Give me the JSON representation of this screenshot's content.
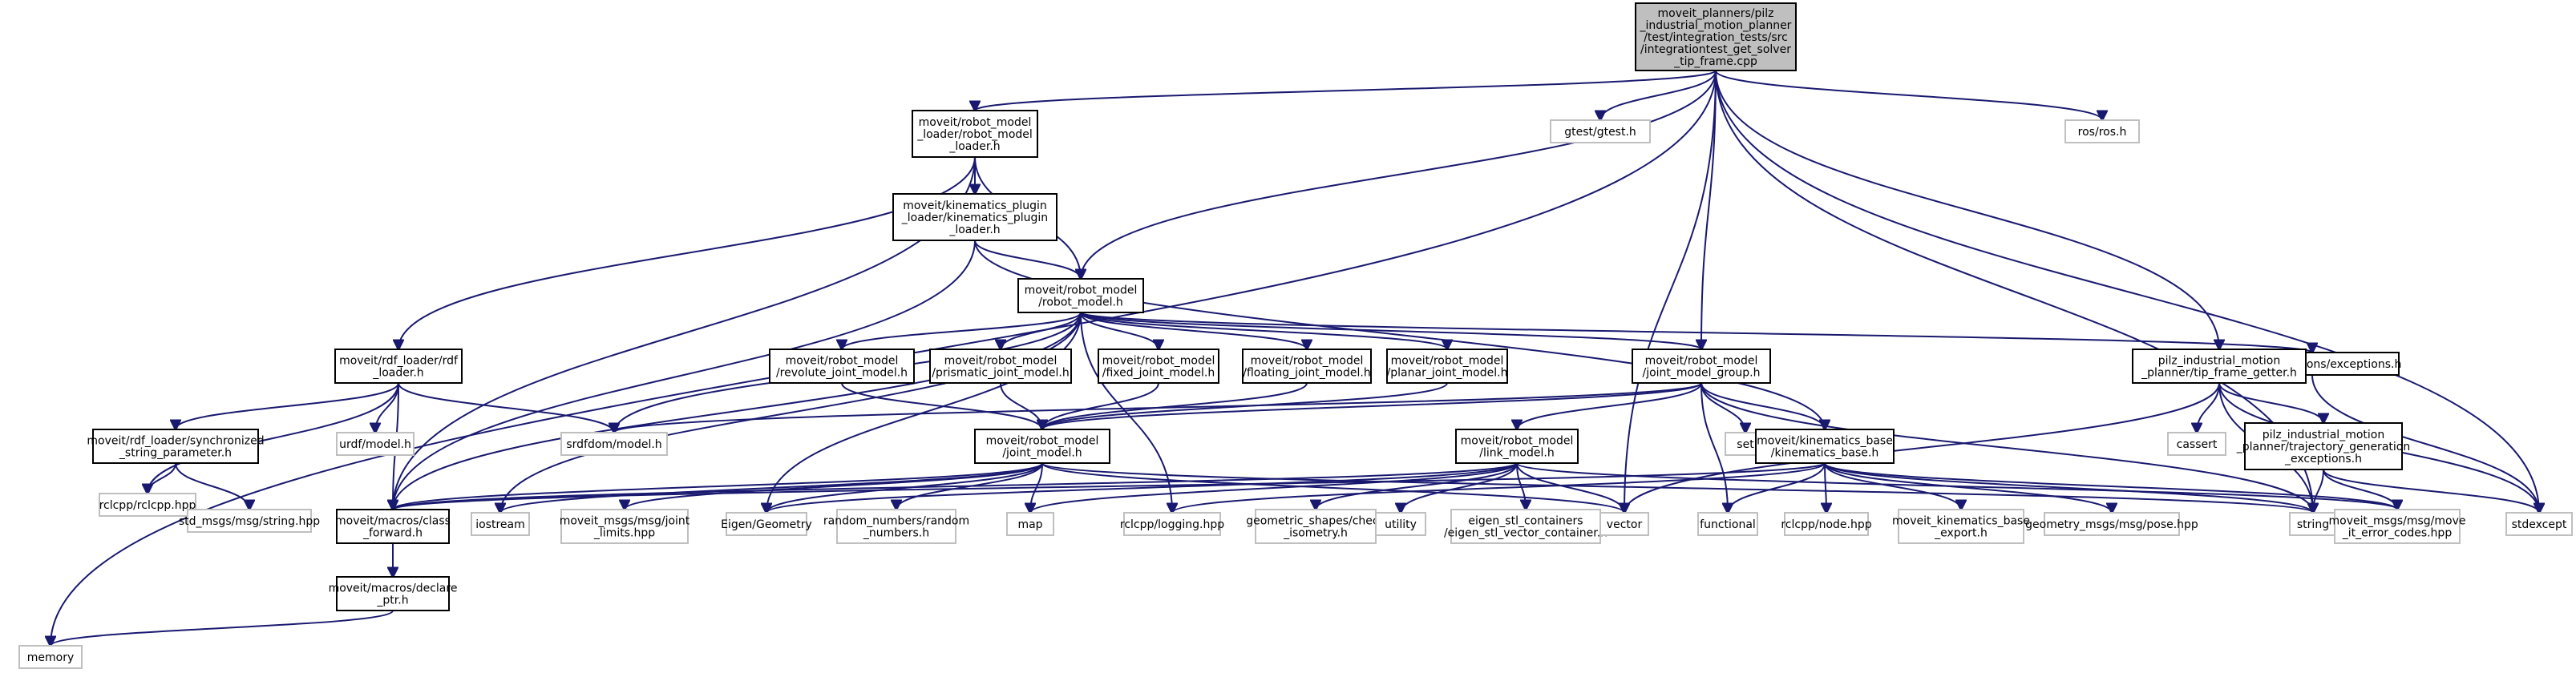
{
  "graph": {
    "nodes": [
      {
        "id": "main",
        "kind": "main",
        "lines": [
          "moveit_planners/pilz",
          "_industrial_motion_planner",
          "/test/integration_tests/src",
          "/integrationtest_get_solver",
          "_tip_frame.cpp"
        ]
      },
      {
        "id": "rml",
        "kind": "doc",
        "lines": [
          "moveit/robot_model",
          "_loader/robot_model",
          "_loader.h"
        ]
      },
      {
        "id": "gtest",
        "kind": "ext",
        "lines": [
          "gtest/gtest.h"
        ]
      },
      {
        "id": "ros",
        "kind": "ext",
        "lines": [
          "ros/ros.h"
        ]
      },
      {
        "id": "kpl",
        "kind": "doc",
        "lines": [
          "moveit/kinematics_plugin",
          "_loader/kinematics_plugin",
          "_loader.h"
        ]
      },
      {
        "id": "rm",
        "kind": "doc",
        "lines": [
          "moveit/robot_model",
          "/robot_model.h"
        ]
      },
      {
        "id": "rdfl",
        "kind": "doc",
        "lines": [
          "moveit/rdf_loader/rdf",
          "_loader.h"
        ]
      },
      {
        "id": "rjm",
        "kind": "doc",
        "lines": [
          "moveit/robot_model",
          "/revolute_joint_model.h"
        ]
      },
      {
        "id": "pjm",
        "kind": "doc",
        "lines": [
          "moveit/robot_model",
          "/prismatic_joint_model.h"
        ]
      },
      {
        "id": "fjm",
        "kind": "doc",
        "lines": [
          "moveit/robot_model",
          "/fixed_joint_model.h"
        ]
      },
      {
        "id": "fljm",
        "kind": "doc",
        "lines": [
          "moveit/robot_model",
          "/floating_joint_model.h"
        ]
      },
      {
        "id": "pljm",
        "kind": "doc",
        "lines": [
          "moveit/robot_model",
          "/planar_joint_model.h"
        ]
      },
      {
        "id": "jmg",
        "kind": "doc",
        "lines": [
          "moveit/robot_model",
          "/joint_model_group.h"
        ]
      },
      {
        "id": "exc",
        "kind": "doc",
        "lines": [
          "moveit/exceptions/exceptions.h"
        ]
      },
      {
        "id": "tfg",
        "kind": "doc",
        "lines": [
          "pilz_industrial_motion",
          "_planner/tip_frame_getter.h"
        ]
      },
      {
        "id": "ssp",
        "kind": "doc",
        "lines": [
          "moveit/rdf_loader/synchronized",
          "_string_parameter.h"
        ]
      },
      {
        "id": "urdf",
        "kind": "ext",
        "lines": [
          "urdf/model.h"
        ]
      },
      {
        "id": "srdf",
        "kind": "ext",
        "lines": [
          "srdfdom/model.h"
        ]
      },
      {
        "id": "jm",
        "kind": "doc",
        "lines": [
          "moveit/robot_model",
          "/joint_model.h"
        ]
      },
      {
        "id": "lm",
        "kind": "doc",
        "lines": [
          "moveit/robot_model",
          "/link_model.h"
        ]
      },
      {
        "id": "set",
        "kind": "ext",
        "lines": [
          "set"
        ]
      },
      {
        "id": "kb",
        "kind": "doc",
        "lines": [
          "moveit/kinematics_base",
          "/kinematics_base.h"
        ]
      },
      {
        "id": "cassert",
        "kind": "ext",
        "lines": [
          "cassert"
        ]
      },
      {
        "id": "tge",
        "kind": "doc",
        "lines": [
          "pilz_industrial_motion",
          "_planner/trajectory_generation",
          "_exceptions.h"
        ]
      },
      {
        "id": "rclcpp",
        "kind": "ext",
        "lines": [
          "rclcpp/rclcpp.hpp"
        ]
      },
      {
        "id": "stdmsg",
        "kind": "ext",
        "lines": [
          "std_msgs/msg/string.hpp"
        ]
      },
      {
        "id": "cf",
        "kind": "doc",
        "lines": [
          "moveit/macros/class",
          "_forward.h"
        ]
      },
      {
        "id": "iostream",
        "kind": "ext",
        "lines": [
          "iostream"
        ]
      },
      {
        "id": "jl",
        "kind": "ext",
        "lines": [
          "moveit_msgs/msg/joint",
          "_limits.hpp"
        ]
      },
      {
        "id": "eigen",
        "kind": "ext",
        "lines": [
          "Eigen/Geometry"
        ]
      },
      {
        "id": "rn",
        "kind": "ext",
        "lines": [
          "random_numbers/random",
          "_numbers.h"
        ]
      },
      {
        "id": "map",
        "kind": "ext",
        "lines": [
          "map"
        ]
      },
      {
        "id": "log",
        "kind": "ext",
        "lines": [
          "rclcpp/logging.hpp"
        ]
      },
      {
        "id": "gs",
        "kind": "ext",
        "lines": [
          "geometric_shapes/check",
          "_isometry.h"
        ]
      },
      {
        "id": "util",
        "kind": "ext",
        "lines": [
          "utility"
        ]
      },
      {
        "id": "esc",
        "kind": "ext",
        "lines": [
          "eigen_stl_containers",
          "/eigen_stl_vector_container.h"
        ]
      },
      {
        "id": "vector",
        "kind": "ext",
        "lines": [
          "vector"
        ]
      },
      {
        "id": "func",
        "kind": "ext",
        "lines": [
          "functional"
        ]
      },
      {
        "id": "node",
        "kind": "ext",
        "lines": [
          "rclcpp/node.hpp"
        ]
      },
      {
        "id": "kbe",
        "kind": "ext",
        "lines": [
          "moveit_kinematics_base",
          "_export.h"
        ]
      },
      {
        "id": "pose",
        "kind": "ext",
        "lines": [
          "geometry_msgs/msg/pose.hpp"
        ]
      },
      {
        "id": "string",
        "kind": "ext",
        "lines": [
          "string"
        ]
      },
      {
        "id": "mec",
        "kind": "ext",
        "lines": [
          "moveit_msgs/msg/move",
          "_it_error_codes.hpp"
        ]
      },
      {
        "id": "stdexcept",
        "kind": "ext",
        "lines": [
          "stdexcept"
        ]
      },
      {
        "id": "dp",
        "kind": "doc",
        "lines": [
          "moveit/macros/declare",
          "_ptr.h"
        ]
      },
      {
        "id": "memory",
        "kind": "ext",
        "lines": [
          "memory"
        ]
      }
    ],
    "edges": [
      [
        "main",
        "rml"
      ],
      [
        "main",
        "gtest"
      ],
      [
        "main",
        "ros"
      ],
      [
        "main",
        "rm"
      ],
      [
        "main",
        "jmg"
      ],
      [
        "main",
        "tfg"
      ],
      [
        "main",
        "vector"
      ],
      [
        "main",
        "string"
      ],
      [
        "main",
        "stdexcept"
      ],
      [
        "main",
        "memory"
      ],
      [
        "rml",
        "kpl"
      ],
      [
        "rml",
        "rm"
      ],
      [
        "rml",
        "rdfl"
      ],
      [
        "rml",
        "cf"
      ],
      [
        "kpl",
        "rm"
      ],
      [
        "kpl",
        "kb"
      ],
      [
        "kpl",
        "cf"
      ],
      [
        "rm",
        "rjm"
      ],
      [
        "rm",
        "pjm"
      ],
      [
        "rm",
        "fjm"
      ],
      [
        "rm",
        "fljm"
      ],
      [
        "rm",
        "pljm"
      ],
      [
        "rm",
        "jmg"
      ],
      [
        "rm",
        "exc"
      ],
      [
        "rm",
        "srdf"
      ],
      [
        "rm",
        "cf"
      ],
      [
        "rm",
        "iostream"
      ],
      [
        "rm",
        "eigen"
      ],
      [
        "rm",
        "log"
      ],
      [
        "rdfl",
        "ssp"
      ],
      [
        "rdfl",
        "urdf"
      ],
      [
        "rdfl",
        "srdf"
      ],
      [
        "rdfl",
        "rclcpp"
      ],
      [
        "rdfl",
        "cf"
      ],
      [
        "ssp",
        "rclcpp"
      ],
      [
        "ssp",
        "stdmsg"
      ],
      [
        "rjm",
        "jm"
      ],
      [
        "pjm",
        "jm"
      ],
      [
        "fjm",
        "jm"
      ],
      [
        "fljm",
        "jm"
      ],
      [
        "pljm",
        "jm"
      ],
      [
        "jmg",
        "jm"
      ],
      [
        "jmg",
        "lm"
      ],
      [
        "jmg",
        "kb"
      ],
      [
        "jmg",
        "set"
      ],
      [
        "jmg",
        "func"
      ],
      [
        "jmg",
        "string"
      ],
      [
        "jmg",
        "srdf"
      ],
      [
        "jm",
        "cf"
      ],
      [
        "jm",
        "iostream"
      ],
      [
        "jm",
        "jl"
      ],
      [
        "jm",
        "eigen"
      ],
      [
        "jm",
        "rn"
      ],
      [
        "jm",
        "map"
      ],
      [
        "jm",
        "vector"
      ],
      [
        "jm",
        "string"
      ],
      [
        "lm",
        "cf"
      ],
      [
        "lm",
        "map"
      ],
      [
        "lm",
        "eigen"
      ],
      [
        "lm",
        "gs"
      ],
      [
        "lm",
        "util"
      ],
      [
        "lm",
        "esc"
      ],
      [
        "lm",
        "vector"
      ],
      [
        "lm",
        "mec"
      ],
      [
        "kb",
        "cf"
      ],
      [
        "kb",
        "log"
      ],
      [
        "kb",
        "func"
      ],
      [
        "kb",
        "node"
      ],
      [
        "kb",
        "kbe"
      ],
      [
        "kb",
        "pose"
      ],
      [
        "kb",
        "string"
      ],
      [
        "kb",
        "mec"
      ],
      [
        "exc",
        "stdexcept"
      ],
      [
        "tfg",
        "tge"
      ],
      [
        "tfg",
        "cassert"
      ],
      [
        "tfg",
        "string"
      ],
      [
        "tfg",
        "vector"
      ],
      [
        "tfg",
        "stdexcept"
      ],
      [
        "tge",
        "string"
      ],
      [
        "tge",
        "mec"
      ],
      [
        "tge",
        "stdexcept"
      ],
      [
        "cf",
        "dp"
      ],
      [
        "dp",
        "memory"
      ]
    ]
  }
}
